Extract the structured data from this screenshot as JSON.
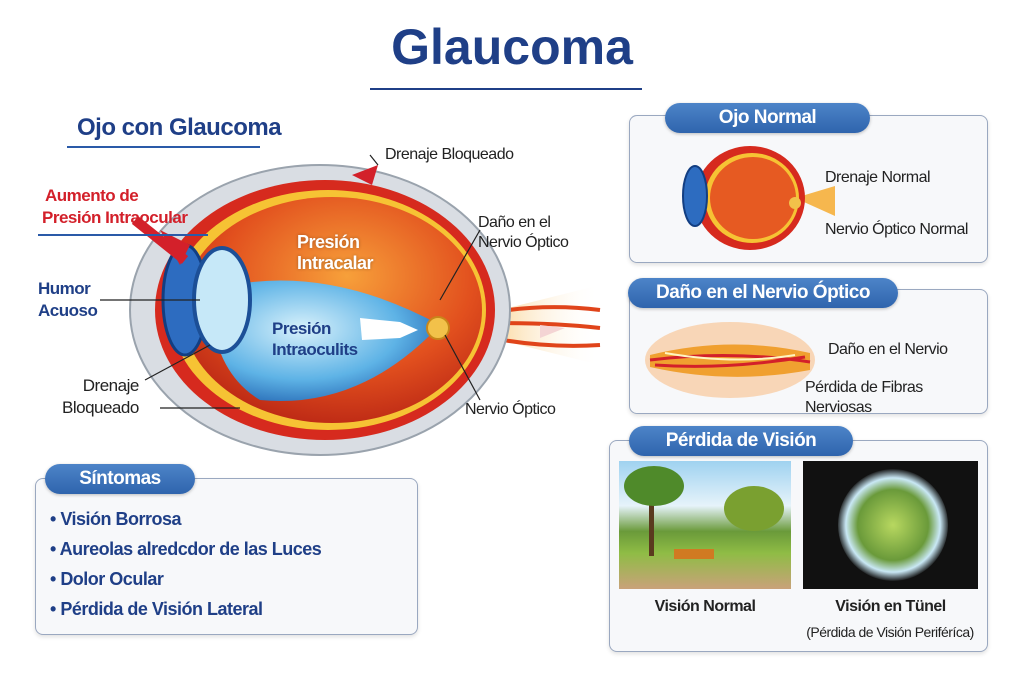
{
  "title": "Glaucoma",
  "main": {
    "subtitle": "Ojo con Glaucoma",
    "labels": {
      "drenaje_top": "Drenaje Bloqueado",
      "aumento_1": "Aumento de",
      "aumento_2": "Presión Intraocular",
      "humor_1": "Humor",
      "humor_2": "Acuoso",
      "presion_upper_1": "Presión",
      "presion_upper_2": "Intracalar",
      "presion_lower_1": "Presión",
      "presion_lower_2": "Intraoculits",
      "dano_1": "Daño en el",
      "dano_2": "Nervio Óptico",
      "drenaje_bottom_1": "Drenaje",
      "drenaje_bottom_2": "Bloqueado",
      "nervio": "Nervio Óptico"
    }
  },
  "symptoms": {
    "header": "Síntomas",
    "items": [
      "Visión Borrosa",
      "Aureolas alredcdor de las Luces",
      "Dolor Ocular",
      "Pérdida de Visión Lateral"
    ]
  },
  "normal_eye": {
    "header": "Ojo Normal",
    "labels": [
      "Drenaje Normal",
      "Nervio Óptico Normal"
    ]
  },
  "nerve_damage": {
    "header": "Daño en el Nervio Óptico",
    "labels": [
      "Daño en el Nervio",
      "Pérdida de Fibras Nerviosas"
    ]
  },
  "vision_loss": {
    "header": "Pérdida de Visión",
    "normal_caption": "Visión Normal",
    "tunnel_caption": "Visión en Tünel",
    "tunnel_sub": "(Pérdida de Visión Periféríca)"
  },
  "colors": {
    "navy": "#1f3f87",
    "red": "#d3202a",
    "pill": "#3a70b8"
  }
}
